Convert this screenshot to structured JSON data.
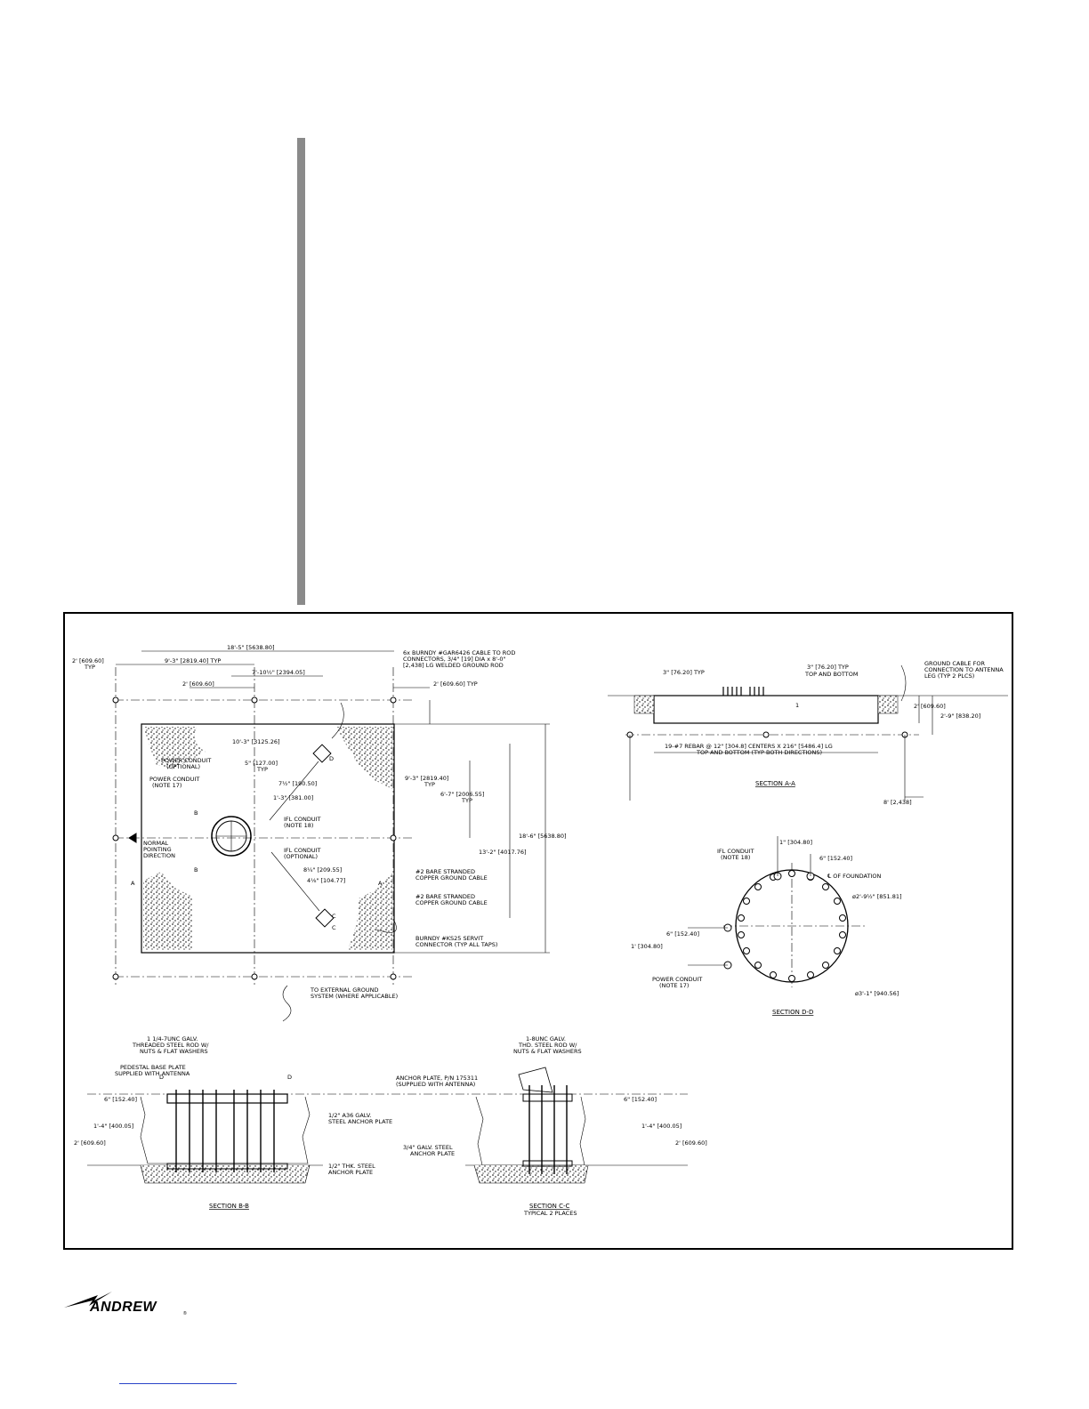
{
  "logo": {
    "text": "ANDREW",
    "mark": "®"
  },
  "plan": {
    "dim_top_overall": "18'-5\" [5638.80]",
    "dim_left_2ft": "2' [609.60]",
    "dim_left_typ": "TYP",
    "dim_9_3": "9'-3\" [2819.40] TYP",
    "dim_7_10": "7'-10½\" [2394.05]",
    "dim_2ft_inner": "2' [609.60]",
    "dim_2ft_right_typ": "2' [609.60] TYP",
    "ground_rod_note": [
      "6x BURNDY #GAR6426 CABLE TO ROD",
      "CONNECTORS, 3/4\" [19] DIA x 8'-0\"",
      "[2,438] LG WELDED GROUND ROD"
    ],
    "dim_10_3": "10'-3\" [3125.26]",
    "dim_5in": "5\" [127.00]",
    "dim_typ": "TYP",
    "dim_7_5": "7½\" [190.50]",
    "dim_1_3": "1'-3\" [381.00]",
    "power_conduit_optional": [
      "POWER CONDUIT",
      "(OPTIONAL)"
    ],
    "power_conduit_note17": [
      "POWER CONDUIT",
      "(NOTE 17)"
    ],
    "ifl_conduit_note18": [
      "IFL CONDUIT",
      "(NOTE 18)"
    ],
    "ifl_conduit_optional": [
      "IFL CONDUIT",
      "(OPTIONAL)"
    ],
    "normal_pointing": [
      "NORMAL",
      "POINTING",
      "DIRECTION"
    ],
    "dim_8_25": "8¼\" [209.55]",
    "dim_4_125": "4⅛\" [104.77]",
    "ground_cable_1": [
      "#2 BARE STRANDED",
      "COPPER GROUND CABLE"
    ],
    "ground_cable_2": [
      "#2 BARE STRANDED",
      "COPPER GROUND CABLE"
    ],
    "servit_connector": [
      "BURNDY #KS25 SERVIT",
      "CONNECTOR (TYP ALL TAPS)"
    ],
    "dim_9_3_right": "9'-3\" [2819.40]",
    "dim_9_3_right_typ": "TYP",
    "dim_6_7": "6'-7\" [2006.55]",
    "dim_6_7_typ": "TYP",
    "dim_13_2": "13'-2\" [4017.76]",
    "dim_18_6": "18'-6\" [5638.80]",
    "external_ground": [
      "TO EXTERNAL GROUND",
      "SYSTEM (WHERE APPLICABLE)"
    ],
    "labels": {
      "a": "A",
      "b": "B",
      "c": "C",
      "d": "D"
    }
  },
  "section_aa": {
    "title": "SECTION A-A",
    "dim_3in": "3\" [76.20] TYP",
    "dim_3in_top": "3\" [76.20] TYP",
    "top_bottom": "TOP AND BOTTOM",
    "ground_cable_antenna": [
      "GROUND CABLE FOR",
      "CONNECTION TO ANTENNA",
      "LEG (TYP 2 PLCS)"
    ],
    "dim_2ft": "2' [609.60]",
    "dim_2_9": "2'-9\" [838.20]",
    "rebar": [
      "19-#7 REBAR @ 12\" [304.8] CENTERS X 216\" [5486.4] LG",
      "TOP AND BOTTOM (TYP BOTH DIRECTIONS)"
    ],
    "dim_8ft": "8' [2,438]",
    "number_1": "1"
  },
  "section_dd": {
    "title": "SECTION D-D",
    "ifl_conduit": [
      "IFL CONDUIT",
      "(NOTE 18)"
    ],
    "dim_1ft": "1\" [304.80]",
    "dim_6in": "6\" [152.40]",
    "foundation": "℄ OF FOUNDATION",
    "dia_2_9": "ø2'-9½\" [851.81]",
    "dim_6in_left": "6\" [152.40]",
    "dim_1ft_left": "1' [304.80]",
    "power_conduit": [
      "POWER CONDUIT",
      "(NOTE 17)"
    ],
    "dia_3_1": "ø3'-1\" [940.56]"
  },
  "section_bb": {
    "title": "SECTION B-B",
    "rod_note": [
      "1 1/4-7UNC GALV.",
      "THREADED STEEL ROD W/",
      "NUTS & FLAT WASHERS"
    ],
    "base_plate": [
      "PEDESTAL BASE PLATE",
      "SUPPLIED WITH ANTENNA"
    ],
    "dim_6in": "6\" [152.40]",
    "dim_1_4": "1'-4\" [400.05]",
    "dim_2ft": "2' [609.60]",
    "a36_plate": [
      "1/2\" A36 GALV.",
      "STEEL ANCHOR PLATE"
    ],
    "thk_plate": [
      "1/2\" THK. STEEL",
      "ANCHOR PLATE"
    ]
  },
  "section_cc": {
    "title": "SECTION C-C",
    "subtitle": "TYPICAL 2 PLACES",
    "rod_note": [
      "1-8UNC GALV.",
      "THD. STEEL ROD W/",
      "NUTS & FLAT WASHERS"
    ],
    "anchor_plate": [
      "ANCHOR PLATE, P/N 175311",
      "(SUPPLIED WITH ANTENNA)"
    ],
    "galv_plate": [
      "3/4\" GALV. STEEL",
      "ANCHOR PLATE"
    ],
    "dim_6in": "6\" [152.40]",
    "dim_1_4": "1'-4\" [400.05]",
    "dim_2ft": "2' [609.60]"
  }
}
